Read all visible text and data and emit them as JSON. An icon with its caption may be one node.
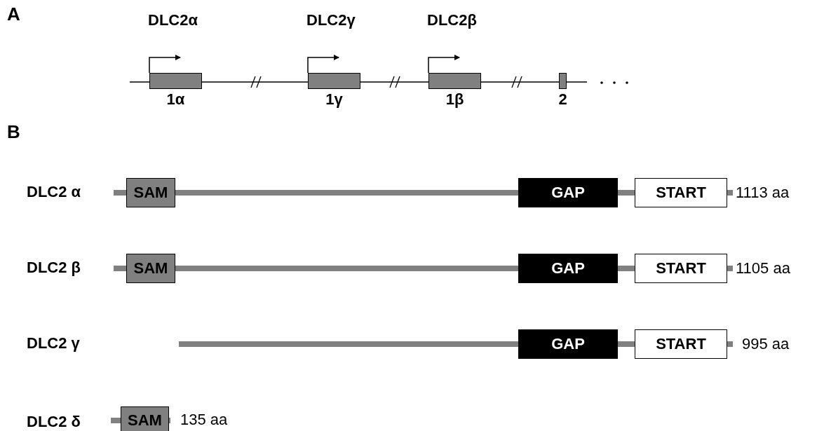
{
  "diagram": {
    "nodes": [
      {
        "text": [],
        "shape": "box",
        "beside": [
          "1α"
        ]
      },
      {
        "text": [],
        "shape": "box",
        "beside": [
          "1γ"
        ]
      },
      {
        "text": [],
        "shape": "box",
        "beside": [
          "1β"
        ]
      },
      {
        "text": [],
        "shape": "box",
        "beside": [
          "2"
        ]
      },
      {
        "text": [
          "SAM"
        ]
      },
      {
        "text": [
          "GAP"
        ]
      },
      {
        "text": [
          "START"
        ]
      },
      {
        "text": [
          "SAM"
        ]
      },
      {
        "text": [
          "GAP"
        ]
      },
      {
        "text": [
          "START"
        ]
      },
      {
        "text": [
          "GAP"
        ]
      },
      {
        "text": [
          "START"
        ]
      },
      {
        "text": [
          "SAM"
        ]
      }
    ],
    "edges": [
      {
        "from": 0,
        "to": null,
        "arrow": "to"
      },
      {
        "from": 1,
        "to": null,
        "arrow": "to"
      },
      {
        "from": 2,
        "to": null,
        "arrow": "to"
      }
    ],
    "labels": [
      "A",
      "DLC2α",
      "DLC2γ",
      "DLC2β",
      "B",
      "DLC2 α",
      "1113 aa",
      "DLC2 β",
      "1105 aa",
      "DLC2 γ",
      "995 aa",
      "DLC2 δ",
      "135 aa"
    ]
  }
}
